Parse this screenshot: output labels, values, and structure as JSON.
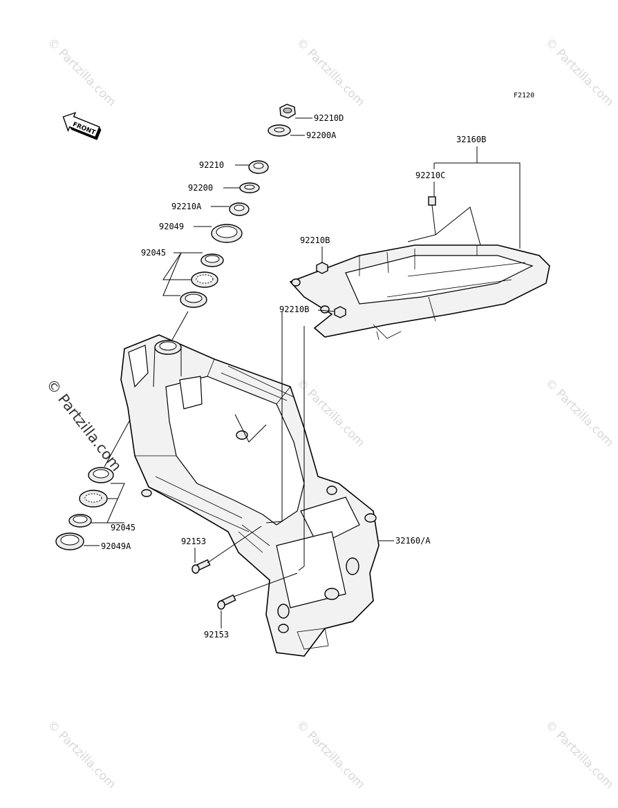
{
  "diagram": {
    "code": "F2120",
    "front_arrow_text": "FRONT",
    "watermark": "© Partzilla.com",
    "side_watermark": "© Partzilla.com",
    "labels": {
      "p92210D": "92210D",
      "p92200A": "92200A",
      "p92210": "92210",
      "p92200": "92200",
      "p92210A": "92210A",
      "p92049": "92049",
      "p92045_top": "92045",
      "p92045_bottom": "92045",
      "p92049A": "92049A",
      "p92153_top": "92153",
      "p92153_bottom": "92153",
      "p32160B": "32160B",
      "p92210C": "92210C",
      "p92210B_top": "92210B",
      "p92210B_bottom": "92210B",
      "p32160A": "32160/A"
    }
  }
}
